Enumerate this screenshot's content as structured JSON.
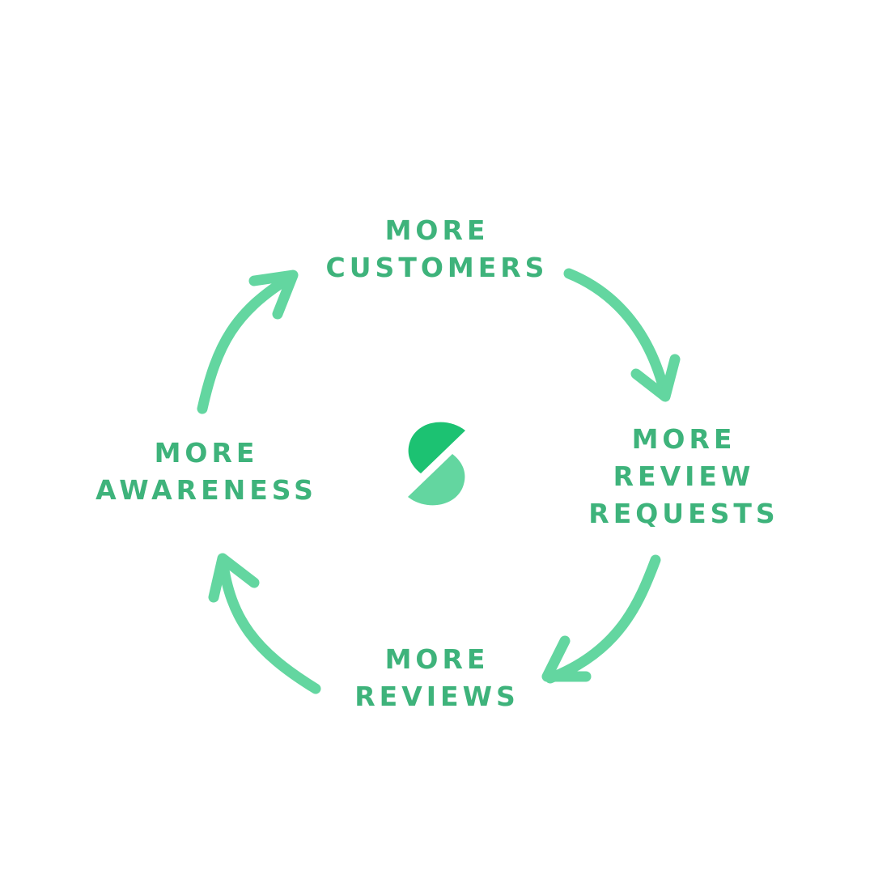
{
  "colors": {
    "text": "#3eb37b",
    "arrow": "#63d6a0",
    "logo_dark": "#1cc272",
    "logo_light": "#63d6a0",
    "background": "#ffffff"
  },
  "nodes": {
    "top": {
      "line1": "MORE",
      "line2": "CUSTOMERS"
    },
    "right": {
      "line1": "MORE",
      "line2": "REVIEW",
      "line3": "REQUESTS"
    },
    "bottom": {
      "line1": "MORE",
      "line2": "REVIEWS"
    },
    "left": {
      "line1": "MORE",
      "line2": "AWARENESS"
    }
  },
  "arrows": [
    "arrow-top-to-right",
    "arrow-right-to-bottom",
    "arrow-bottom-to-left",
    "arrow-left-to-top"
  ],
  "logo": {
    "icon": "brand-s-logo-icon"
  }
}
